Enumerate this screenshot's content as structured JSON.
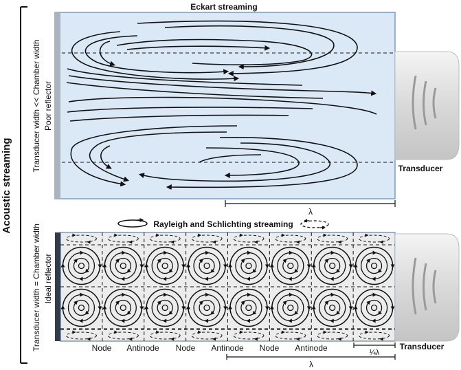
{
  "title": "Acoustic streaming",
  "top_panel": {
    "heading": "Eckart streaming",
    "side_label": "Transducer width << Chamber width",
    "reflector_label": "Poor reflector",
    "transducer_label": "Transducer",
    "wavelength_label": "λ",
    "colors": {
      "fluid": "#dbe9f6",
      "border": "#7a9cc2",
      "reflector": "#a9b3c2"
    }
  },
  "bottom_panel": {
    "heading": "Rayleigh and Schlichting streaming",
    "side_label": "Transducer width = Chamber width",
    "reflector_label": "Ideal reflector",
    "transducer_label": "Transducer",
    "wavelength_label": "λ",
    "quarter_label": "¼λ",
    "node_labels": [
      "Node",
      "Antinode",
      "Node",
      "Antinode",
      "Node",
      "Antinode"
    ],
    "colors": {
      "fluid": "#ececec",
      "border": "#7a9cc2",
      "reflector": "#333b48"
    }
  }
}
